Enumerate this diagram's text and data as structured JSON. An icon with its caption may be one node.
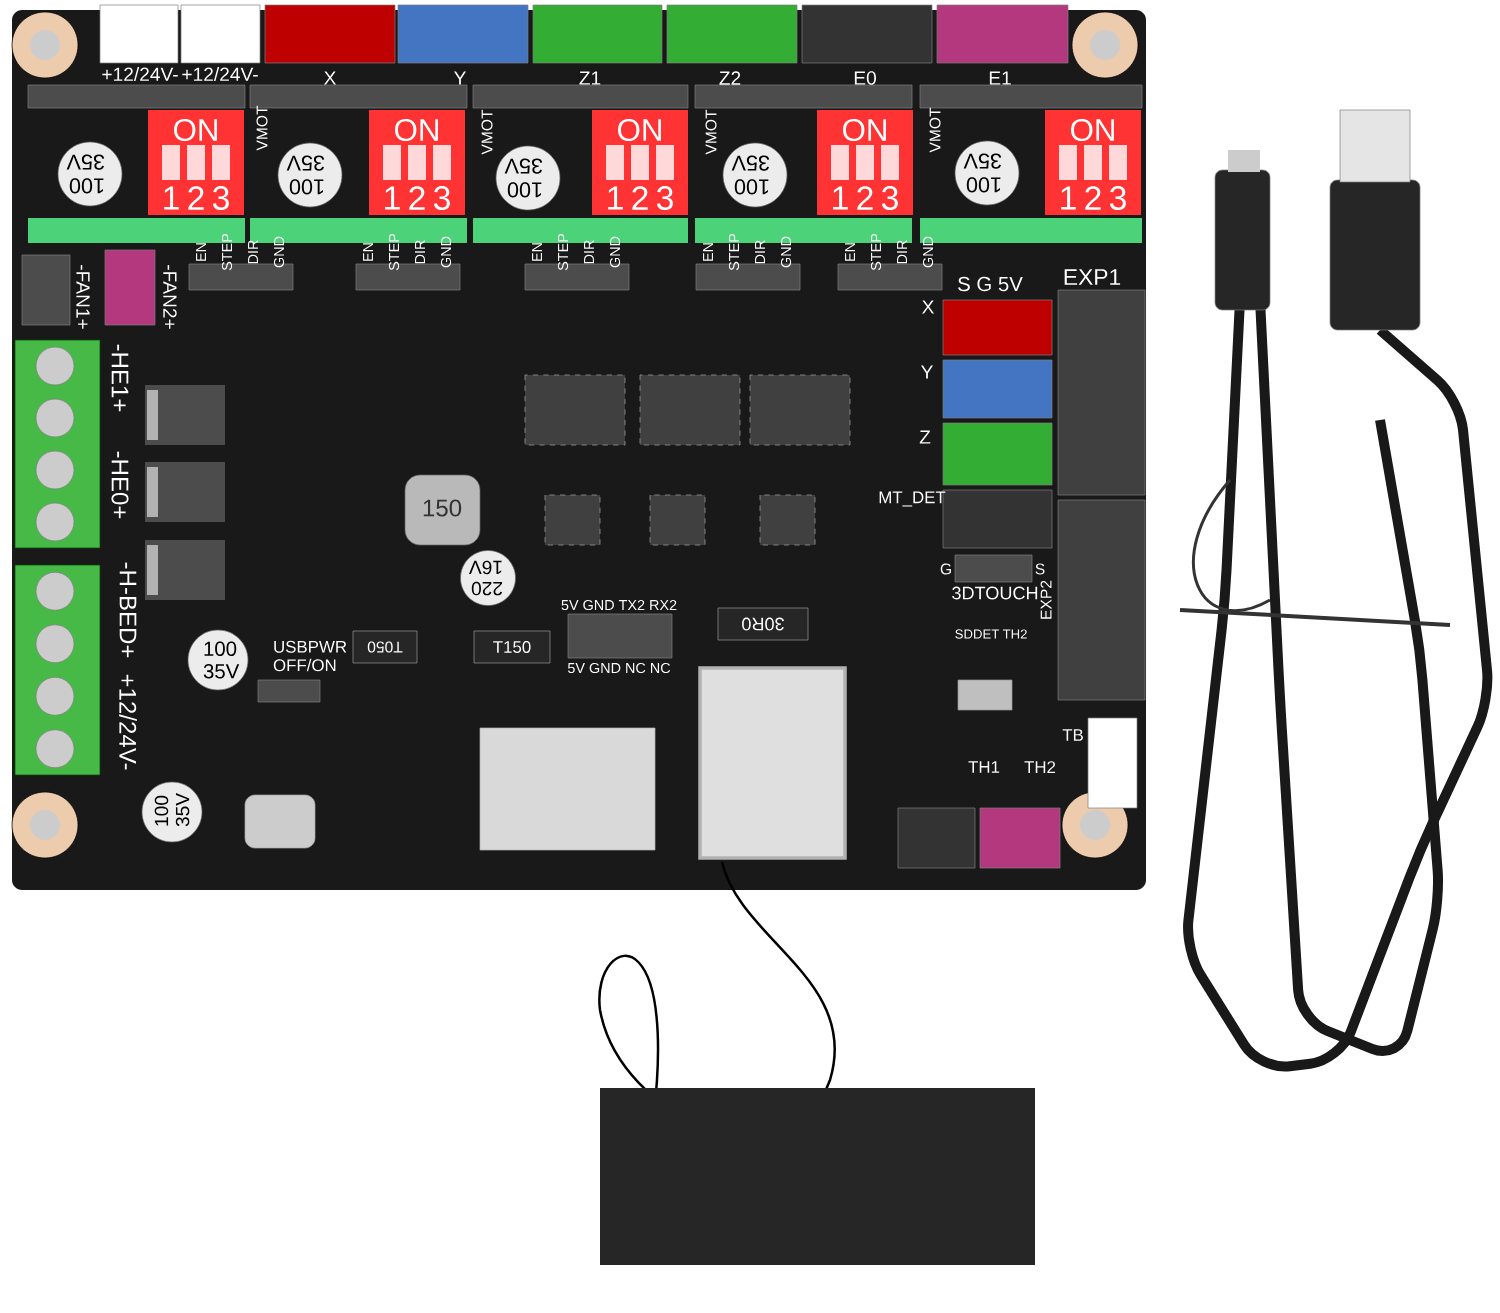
{
  "diagram": {
    "labels": [
      "+12/24V-",
      "+12/24V-",
      "X",
      "Y",
      "Z1",
      "Z2",
      "E0",
      "E1",
      "ON",
      "1",
      "2",
      "3",
      "ON",
      "1",
      "2",
      "3",
      "ON",
      "1",
      "2",
      "3",
      "ON",
      "1",
      "2",
      "3",
      "ON",
      "1",
      "2",
      "3",
      "VMOT",
      "VMOT",
      "VMOT",
      "VMOT",
      "100 35V",
      "100 35V",
      "100 35V",
      "100 35V",
      "100 35V",
      "EN",
      "STEP",
      "DIR",
      "GND",
      "EN",
      "STEP",
      "DIR",
      "GND",
      "EN",
      "STEP",
      "DIR",
      "GND",
      "EN",
      "STEP",
      "DIR",
      "GND",
      "EN",
      "STEP",
      "DIR",
      "GND",
      "-FAN1+",
      "-FAN2+",
      "-HE1+",
      "-HE0+",
      "-H-BED+",
      "+12/24V-",
      "100 35V",
      "USBPWR OFF/ON",
      "150",
      "220 16V",
      "T050",
      "T150",
      "100 35V",
      "5V GND TX2 RX2",
      "5V GND NC NC",
      "30R0",
      "S G 5V",
      "EXP1",
      "X",
      "Y",
      "Z",
      "MT_DET",
      "G",
      "S",
      "3DTOUCH",
      "EXP2",
      "SDDET",
      "TH2",
      "TB",
      "TH1",
      "TH2"
    ]
  }
}
